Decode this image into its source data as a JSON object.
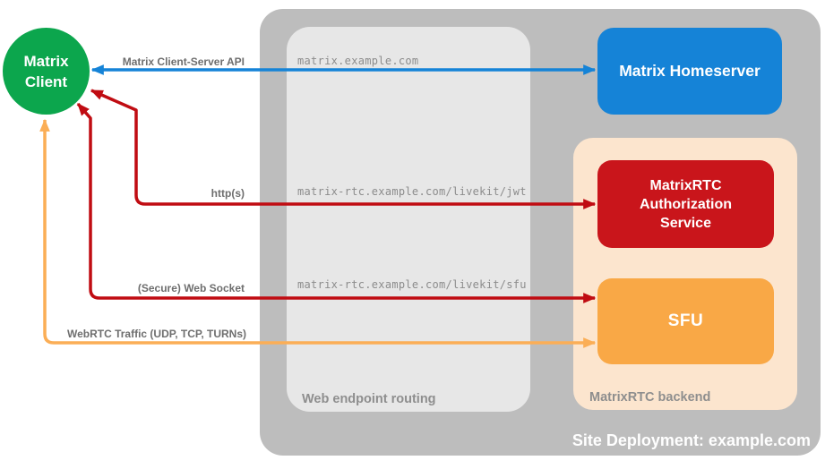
{
  "diagram": {
    "title": "Site Deployment: example.com",
    "colors": {
      "outer_bg": "#BDBDBD",
      "routing_bg": "#E7E7E7",
      "backend_bg": "#FCE5CE",
      "client_green": "#0CA64D",
      "homeserver_blue": "#1583D7",
      "auth_red": "#C9151B",
      "sfu_orange": "#F9A846"
    },
    "nodes": {
      "client": {
        "label": "Matrix Client"
      },
      "homeserver": {
        "label": "Matrix Homeserver"
      },
      "auth_service": {
        "label": "MatrixRTC Authorization Service"
      },
      "sfu": {
        "label": "SFU"
      }
    },
    "sections": {
      "routing": {
        "label": "Web endpoint routing"
      },
      "backend": {
        "label": "MatrixRTC backend"
      }
    },
    "edges": [
      {
        "id": "client-server-api",
        "label": "Matrix Client-Server API",
        "endpoint": "matrix.example.com",
        "color": "#1583D7"
      },
      {
        "id": "https-jwt",
        "label": "http(s)",
        "endpoint": "matrix-rtc.example.com/livekit/jwt",
        "color": "#C00C12"
      },
      {
        "id": "secure-websocket",
        "label": "(Secure) Web Socket",
        "endpoint": "matrix-rtc.example.com/livekit/sfu",
        "color": "#C00C12"
      },
      {
        "id": "webrtc-traffic",
        "label": "WebRTC Traffic (UDP, TCP, TURNs)",
        "endpoint": "",
        "color": "#FBAE56"
      }
    ]
  }
}
